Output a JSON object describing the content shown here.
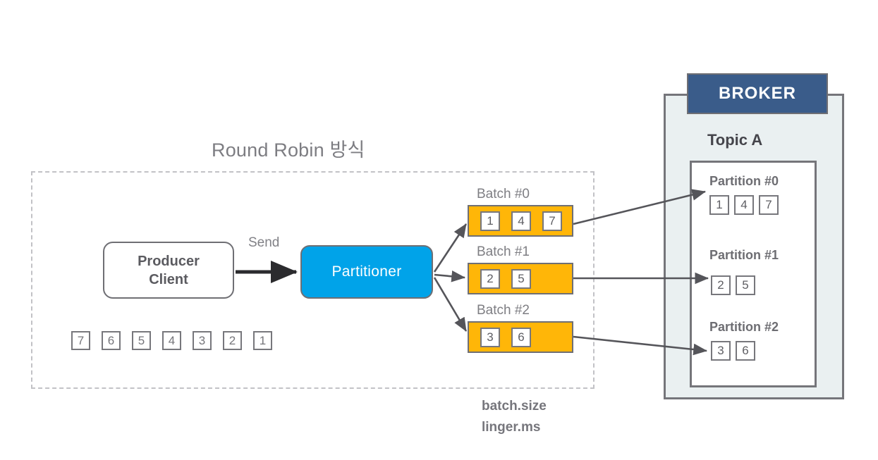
{
  "diagram": {
    "title": "Round Robin 방식"
  },
  "producer": {
    "client_line1": "Producer",
    "client_line2": "Client",
    "send_label": "Send",
    "partitioner_label": "Partitioner",
    "message_queue": [
      "7",
      "6",
      "5",
      "4",
      "3",
      "2",
      "1"
    ]
  },
  "batches": [
    {
      "label": "Batch #0",
      "items": [
        "1",
        "4",
        "7"
      ]
    },
    {
      "label": "Batch #1",
      "items": [
        "2",
        "5"
      ]
    },
    {
      "label": "Batch #2",
      "items": [
        "3",
        "6"
      ]
    }
  ],
  "batch_config": {
    "line1": "batch.size",
    "line2": "linger.ms"
  },
  "broker": {
    "header": "BROKER",
    "topic_title": "Topic A",
    "partitions": [
      {
        "label": "Partition #0",
        "items": [
          "1",
          "4",
          "7"
        ]
      },
      {
        "label": "Partition #1",
        "items": [
          "2",
          "5"
        ]
      },
      {
        "label": "Partition #2",
        "items": [
          "3",
          "6"
        ]
      }
    ]
  },
  "colors": {
    "batch_orange": "#ffb608",
    "partitioner_blue": "#00a3e9",
    "broker_blue": "#3a5c8a",
    "broker_fill": "#eaf0f1",
    "line_gray": "#55555a",
    "text_gray": "#7d7d82"
  }
}
